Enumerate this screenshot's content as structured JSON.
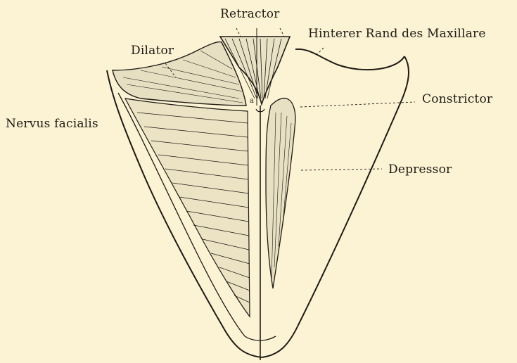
{
  "labels": {
    "retractor": "Retractor",
    "hinterer_rand": "Hinterer Rand des Maxillare",
    "dilator": "Dilator",
    "constrictor": "Constrictor",
    "nervus_facialis": "Nervus facialis",
    "depressor": "Depressor",
    "small_mark": "a"
  },
  "colors": {
    "background": "#fbf3d4",
    "ink": "#1f1a14"
  }
}
